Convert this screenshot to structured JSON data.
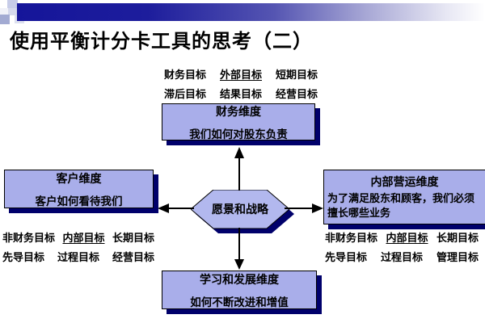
{
  "title": "使用平衡计分卡工具的思考（二）",
  "colors": {
    "banner_navy": "#15159a",
    "box_fill": "#a9aeea",
    "hexagon_fill": "#b2b8ee",
    "shadow_navy": "#00006b",
    "text": "#000000"
  },
  "top_objectives": {
    "row1": [
      "财务目标",
      "外部目标",
      "短期目标"
    ],
    "row2": [
      "滞后目标",
      "结果目标",
      "经营目标"
    ]
  },
  "boxes": {
    "financial": {
      "title": "财务维度",
      "subtitle": "我们如何对股东负责"
    },
    "customer": {
      "title": "客户维度",
      "subtitle": "客户如何看待我们"
    },
    "internal": {
      "title": "内部营运维度",
      "subtitle": "为了满足股东和顾客，我们必须擅长哪些业务"
    },
    "learning": {
      "title": "学习和发展维度",
      "subtitle": "如何不断改进和增值"
    }
  },
  "hexagon": {
    "label": "愿景和战略"
  },
  "left_objectives": {
    "row1": [
      "非财务目标",
      "内部目标",
      "长期目标"
    ],
    "row2": [
      "先导目标",
      "过程目标",
      "经营目标"
    ]
  },
  "right_objectives": {
    "row1": [
      "非财务目标",
      "内部目标",
      "长期目标"
    ],
    "row2": [
      "先导目标",
      "过程目标",
      "管理目标"
    ]
  }
}
